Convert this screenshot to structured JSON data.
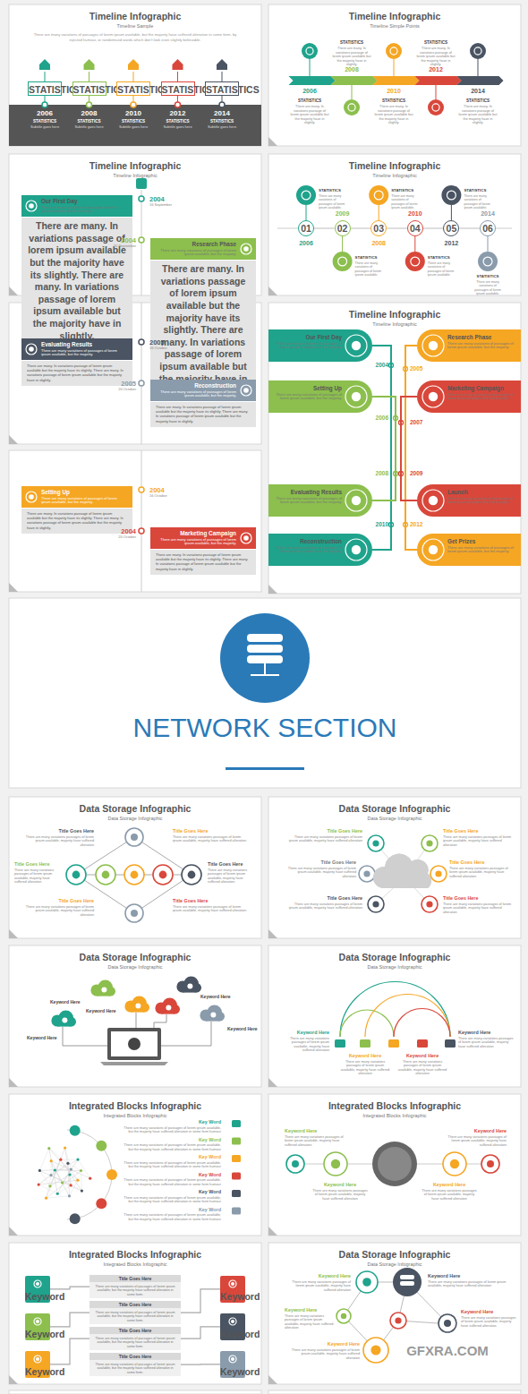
{
  "diagram": {
    "nodes": [
      {
        "text": [
          "Timeline Infographic",
          "Timeline Sample",
          "There are many variations of passages of lorem ipsum available, but the majority have suffered alteration in some form, by injected humour, or randomised words which don't look even slightly believable."
        ]
      },
      {
        "text": [
          "STATISTICS"
        ],
        "in": 0
      },
      {
        "text": [
          "STATISTICS"
        ],
        "in": 0
      },
      {
        "text": [
          "STATISTICS"
        ],
        "in": 0
      },
      {
        "text": [
          "STATISTICS"
        ],
        "in": 0
      },
      {
        "text": [
          "STATISTICS"
        ],
        "in": 0
      },
      {
        "text": [
          "Timeline Infographic",
          "Timeline Simple Points"
        ]
      },
      {
        "text": [
          "Timeline Infographic",
          "Timeline Infographic"
        ]
      },
      {
        "text": [
          "Our First Day",
          "There are many variations of passages of lorem ipsum available, but the majority."
        ],
        "in": 7
      },
      {
        "text": [
          "There are many. In variations passage of lorem ipsum available but the majority have its slightly. There are many. In variations passage of lorem ipsum available but the majority have in slightly."
        ],
        "in": 7
      },
      {
        "text": [
          "Research Phase",
          "There are many variations of passages of lorem ipsum available, but the majority."
        ],
        "in": 7
      },
      {
        "text": [
          "There are many. In variations passage of lorem ipsum available but the majority have its slightly. There are many. In variations passage of lorem ipsum available but the majority have in slightly."
        ],
        "in": 7
      },
      {
        "text": [
          "Timeline Infographic",
          "Timeline Infographic"
        ]
      },
      {
        "text": [
          "01"
        ],
        "in": 12
      },
      {
        "text": [
          "02"
        ],
        "in": 12
      },
      {
        "text": [
          "03"
        ],
        "in": 12
      },
      {
        "text": [
          "04"
        ],
        "in": 12
      },
      {
        "text": [
          "05"
        ],
        "in": 12
      },
      {
        "text": [
          "06"
        ],
        "in": 12
      },
      {
        "text": [
          "Evaluating Results",
          "There are many variations of passages of lorem ipsum available, but the majority."
        ]
      },
      {
        "text": [
          "There are many. In variations passage of lorem ipsum available but the majority have its slightly. There are many. In variations passage of lorem ipsum available but the majority have in slightly."
        ]
      },
      {
        "text": [
          "Reconstruction",
          "There are many variations of passages of lorem ipsum available, but the majority."
        ]
      },
      {
        "text": [
          "There are many. In variations passage of lorem ipsum available but the majority have its slightly. There are many. In variations passage of lorem ipsum available but the majority have in slightly."
        ]
      },
      {
        "text": [
          "Timeline Infographic",
          "Timeline Infographic"
        ]
      },
      {
        "text": [
          "Our First Day",
          "There are many variations of passages of lorem ipsum available, but the majority."
        ],
        "in": 23
      },
      {
        "text": [
          "Research Phase",
          "There are many variations of passages of lorem ipsum available, but the majority."
        ],
        "in": 23
      },
      {
        "text": [
          "Setting Up",
          "There are many variations of passages of lorem ipsum available, but the majority."
        ],
        "in": 23
      },
      {
        "text": [
          "Marketing Campaign",
          "There are many variations of passages of lorem ipsum available, but the majority."
        ],
        "in": 23
      },
      {
        "text": [
          "Evaluating Results",
          "There are many variations of passages of lorem ipsum available, but the majority."
        ],
        "in": 23
      },
      {
        "text": [
          "Launch",
          "There are many variations of passages of lorem ipsum available, but the majority."
        ],
        "in": 23
      },
      {
        "text": [
          "Reconstruction",
          "There are many variations of passages of lorem ipsum available, but the majority."
        ],
        "in": 23
      },
      {
        "text": [
          "Get Prizes",
          "There are many variations of passages of lorem ipsum available, but the majority."
        ],
        "in": 23
      },
      {
        "text": [
          "Setting Up",
          "There are many variations of passages of lorem ipsum available, but the majority."
        ]
      },
      {
        "text": [
          "There are many. In variations passage of lorem ipsum available but the majority have its slightly. There are many. In variations passage of lorem ipsum available but the majority have in slightly."
        ]
      },
      {
        "text": [
          "Marketing Campaign",
          "There are many variations of passages of lorem ipsum available, but the majority."
        ]
      },
      {
        "text": [
          "There are many. In variations passage of lorem ipsum available but the majority have its slightly. There are many. In variations passage of lorem ipsum available but the majority have in slightly."
        ]
      },
      {
        "text": [
          "Data Storage Infographic",
          "Data Storage Infographic"
        ]
      },
      {
        "text": [
          "Data Storage Infographic",
          "Data Storage Infographic"
        ]
      },
      {
        "text": [
          "Data Storage Infographic",
          "Data Storage Infographic"
        ]
      },
      {
        "text": [
          "Data Storage Infographic",
          "Data Storage Infographic"
        ]
      },
      {
        "text": [
          "Integrated Blocks Infographic",
          "Integrated Blocks Infographic"
        ]
      },
      {
        "text": [
          "Integrated Blocks Infographic",
          "Integrated Blocks Infographic"
        ]
      },
      {
        "text": [
          "Integrated Blocks Infographic",
          "Integrated Blocks Infographic"
        ]
      },
      {
        "text": [
          "Keyword"
        ],
        "in": 42
      },
      {
        "text": [
          "Keyword"
        ],
        "in": 42
      },
      {
        "text": [
          "Keyword"
        ],
        "in": 42
      },
      {
        "text": [
          "Title Goes Here",
          "There are many variations of passages of lorem ipsum available, but the majority have suffered alteration in some form."
        ],
        "in": 42
      },
      {
        "text": [
          "Title Goes Here",
          "There are many variations of passages of lorem ipsum available, but the majority have suffered alteration in some form."
        ],
        "in": 42
      },
      {
        "text": [
          "Title Goes Here",
          "There are many variations of passages of lorem ipsum available, but the majority have suffered alteration in some form."
        ],
        "in": 42
      },
      {
        "text": [
          "Title Goes Here",
          "There are many variations of passages of lorem ipsum available, but the majority have suffered alteration in some form."
        ],
        "in": 42
      },
      {
        "text": [
          "Keyword"
        ],
        "in": 42
      },
      {
        "text": [
          "Keyword"
        ],
        "in": 42
      },
      {
        "text": [
          "Keyword"
        ],
        "in": 42
      },
      {
        "text": [
          "Data Storage Infographic",
          "Data Storage Infographic"
        ]
      }
    ],
    "edges": [
      {
        "from": 13,
        "to": 14,
        "arrow": "none"
      },
      {
        "from": 14,
        "to": 15,
        "arrow": "none"
      },
      {
        "from": 15,
        "to": 16,
        "arrow": "none"
      },
      {
        "from": 16,
        "to": 17,
        "arrow": "none"
      },
      {
        "from": 17,
        "to": 18,
        "arrow": "none"
      },
      {
        "from": 24,
        "to": 30,
        "arrow": "none"
      },
      {
        "from": 26,
        "to": 28,
        "arrow": "none"
      },
      {
        "from": 25,
        "to": 31,
        "arrow": "none"
      },
      {
        "from": 27,
        "to": 29,
        "arrow": "none"
      },
      {
        "from": 43,
        "to": 46,
        "arrow": "none"
      },
      {
        "from": 44,
        "to": 47,
        "arrow": "none"
      },
      {
        "from": 45,
        "to": 48,
        "arrow": "none"
      },
      {
        "from": 50,
        "to": 47,
        "arrow": "none"
      },
      {
        "from": 51,
        "to": 48,
        "arrow": "none"
      },
      {
        "from": 52,
        "to": 49,
        "arrow": "none"
      }
    ],
    "labels": [
      "2006",
      "2008",
      "2010",
      "2012",
      "2014",
      "STATISTICS",
      "STATISTICS",
      "STATISTICS",
      "STATISTICS",
      "STATISTICS",
      "Subtitle goes here",
      "Subtitle goes here",
      "Subtitle goes here",
      "Subtitle goes here",
      "Subtitle goes here",
      "2006",
      "2008",
      "2010",
      "2012",
      "2014",
      "STATISTICS",
      "STATISTICS",
      "STATISTICS",
      "STATISTICS",
      "STATISTICS",
      "There are many. In variations passage of lorem ipsum available but the majority have in slightly.",
      "There are many. In variations passage of lorem ipsum available but the majority have in slightly.",
      "There are many. In variations passage of lorem ipsum available but the majority have in slightly.",
      "There are many. In variations passage of lorem ipsum available but the majority have in slightly.",
      "There are many. In variations passage of lorem ipsum available but the majority have in slightly.",
      "2004",
      "16 September",
      "2004",
      "20 September",
      "2006",
      "2009",
      "2008",
      "2010",
      "2012",
      "2014",
      "STATISTICS",
      "STATISTICS",
      "STATISTICS",
      "STATISTICS",
      "STATISTICS",
      "STATISTICS",
      "There are many variations of passages of lorem ipsum available.",
      "There are many variations of passages of lorem ipsum available.",
      "There are many variations of passages of lorem ipsum available.",
      "There are many variations of passages of lorem ipsum available.",
      "There are many variations of passages of lorem ipsum available.",
      "There are many variations of passages of lorem ipsum available.",
      "2005",
      "16 October",
      "2005",
      "20 October",
      "2004",
      "2005",
      "2006",
      "2007",
      "2008",
      "2009",
      "2010",
      "2012",
      "2004",
      "16 October",
      "2004",
      "20 October",
      "NETWORK SECTION",
      "Title Goes Here",
      "There are many variations passages of lorem ipsum available, majority have suffered alteration",
      "Title Goes Here",
      "There are many variations passages of lorem ipsum available, majority have suffered alteration",
      "Title Goes Here",
      "There are many variations passages of lorem ipsum available, majority have suffered alteration",
      "Title Goes Here",
      "There are many variations passages of lorem ipsum available, majority have suffered alteration",
      "Title Goes Here",
      "There are many variations passages of lorem ipsum available, majority have suffered alteration",
      "Title Goes Here",
      "There are many variations passages of lorem ipsum available, majority have suffered alteration",
      "Title Goes Here",
      "There are many variations passages of lorem ipsum available, majority have suffered alteration",
      "Title Goes Here",
      "There are many variations passages of lorem ipsum available, majority have suffered alteration",
      "Title Goes Here",
      "There are many variations passages of lorem ipsum available, majority have suffered alteration",
      "Title Goes Here",
      "There are many variations passages of lorem ipsum available, majority have suffered alteration",
      "Title Goes Here",
      "There are many variations passages of lorem ipsum available, majority have suffered alteration",
      "Title Goes Here",
      "There are many variations passages of lorem ipsum available, majority have suffered alteration",
      "Keyword Here",
      "Keyword Here",
      "Keyword Here",
      "Keyword Here",
      "Keyword Here",
      "Keyword Here",
      "There are many variations passages of lorem ipsum available, majority have suffered alteration",
      "Keyword Here",
      "There are many variations passages of lorem ipsum available, majority have suffered alteration",
      "Keyword Here",
      "There are many variations passages of lorem ipsum available, majority have suffered alteration",
      "Keyword Here",
      "There are many variations passages of lorem ipsum available, majority have suffered alteration",
      "Key Word",
      "There are many variations of passages of lorem ipsum available, but the majority have suffered alteration in some form humour",
      "Key Word",
      "There are many variations of passages of lorem ipsum available, but the majority have suffered alteration in some form humour",
      "Key Word",
      "There are many variations of passages of lorem ipsum available, but the majority have suffered alteration in some form humour",
      "Key Word",
      "There are many variations of passages of lorem ipsum available, but the majority have suffered alteration in some form humour",
      "Key Word",
      "There are many variations of passages of lorem ipsum available, but the majority have suffered alteration in some form humour",
      "Key Word",
      "There are many variations of passages of lorem ipsum available, but the majority have suffered alteration in some form humour",
      "Keyword Here",
      "There are many variations passages of lorem ipsum available, majority have suffered alteration",
      "Keyword Here",
      "There are many variations passages of lorem ipsum available, majority have suffered alteration",
      "Keyword Here",
      "There are many variations passages of lorem ipsum available, majority have suffered alteration",
      "Keyword Here",
      "There are many variations passages of lorem ipsum available, majority have suffered alteration",
      "Keyword Here",
      "There are many variations passages of lorem ipsum available, majority have suffered alteration",
      "Keyword Here",
      "There are many variations passages of lorem ipsum available, majority have suffered alteration",
      "Keyword Here",
      "There are many variations passages of lorem ipsum available, majority have suffered alteration",
      "Keyword Here",
      "There are many variations passages of lorem ipsum available, majority have suffered alteration",
      "Keyword Here",
      "There are many variations passages of lorem ipsum available, majority have suffered alteration",
      "GFXRA.COM"
    ]
  }
}
